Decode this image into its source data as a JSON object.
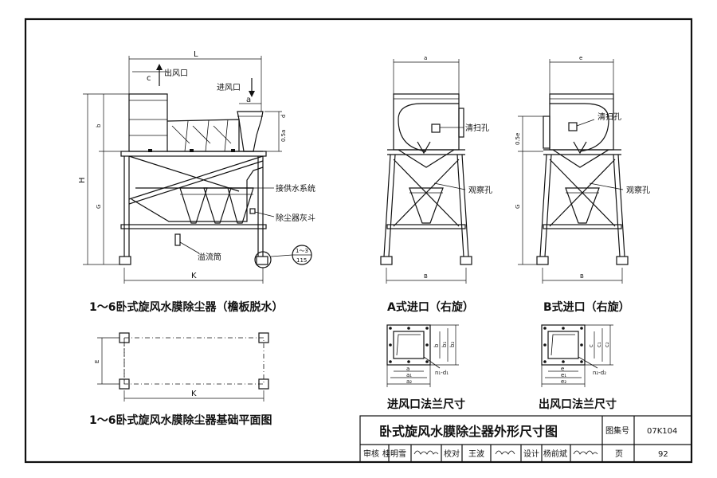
{
  "labels": {
    "outlet": "出风口",
    "inlet": "进风口",
    "water_supply": "接供水系统",
    "ash_hopper": "除尘器灰斗",
    "overflow": "溢流筒",
    "cleanout": "清扫孔",
    "observation": "观察孔",
    "detail_ref_top": "1～3",
    "detail_ref_bottom": "115"
  },
  "dims": {
    "L": "L",
    "H": "H",
    "K": "K",
    "B": "B",
    "E": "E",
    "a": "a",
    "b": "b",
    "c": "c",
    "d": "d",
    "e": "e",
    "G": "G",
    "h_a": "0.5a",
    "h_e": "0.5e",
    "a1": "a₁",
    "a2": "a₂",
    "b1": "b₁",
    "b2": "b₂",
    "c1": "c₁",
    "c2": "c₂",
    "e1": "e₁",
    "e2": "e₂",
    "n1d1": "n₁-d₁",
    "n2d2": "n₂-d₂"
  },
  "captions": {
    "main": "1～6卧式旋风水膜除尘器（檐板脱水）",
    "plan": "1～6卧式旋风水膜除尘器基础平面图",
    "a_type": "A式进口（右旋）",
    "b_type": "B式进口（右旋）",
    "inlet_flange": "进风口法兰尺寸",
    "outlet_flange": "出风口法兰尺寸"
  },
  "title_block": {
    "title": "卧式旋风水膜除尘器外形尺寸图",
    "atlas_label": "图集号",
    "atlas_no": "07K104",
    "page_label": "页",
    "page_no": "92",
    "review_label": "审核",
    "review_name": "桂明雪",
    "check_label": "校对",
    "check_name": "王波",
    "design_label": "设计",
    "design_name": "杨前斌"
  }
}
